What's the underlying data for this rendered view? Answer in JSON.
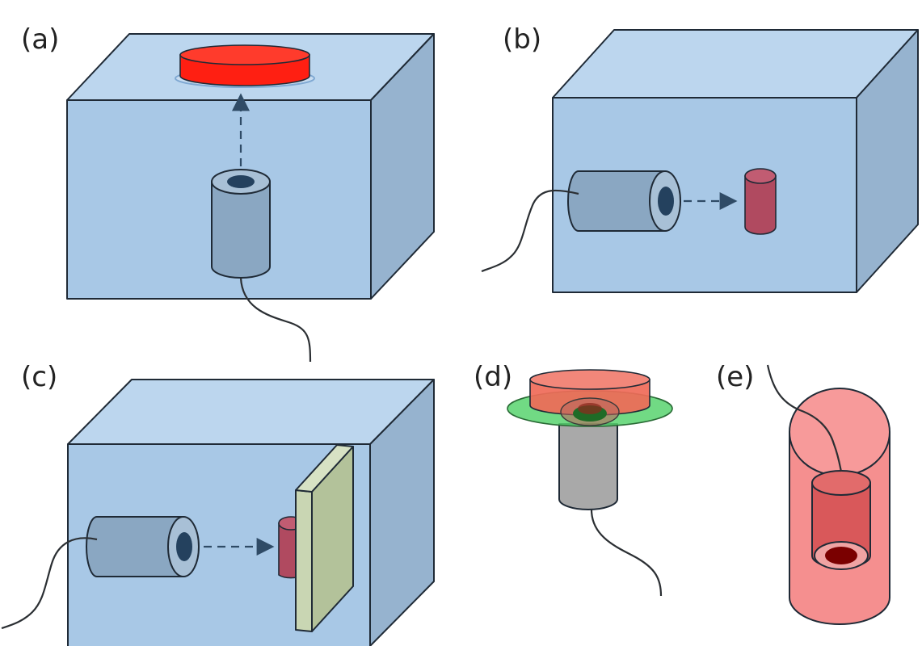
{
  "panels": {
    "a": {
      "label": "(a)"
    },
    "b": {
      "label": "(b)"
    },
    "c": {
      "label": "(c)"
    },
    "d": {
      "label": "(d)"
    },
    "e": {
      "label": "(e)"
    }
  },
  "colors": {
    "box_front": "#a8c8e6",
    "box_top": "#bcd6ee",
    "box_side": "#96b3cf",
    "probe_body": "#8aa7c2",
    "probe_face": "#6f8fb0",
    "probe_hole": "#24415e",
    "target_red": "#ff2a1a",
    "target_maroon": "#b04a60",
    "plate": "#b9c8a2",
    "green_ring": "#4fd36b",
    "grey_probe": "#a9a9a9",
    "pink": "#f58f8f"
  }
}
